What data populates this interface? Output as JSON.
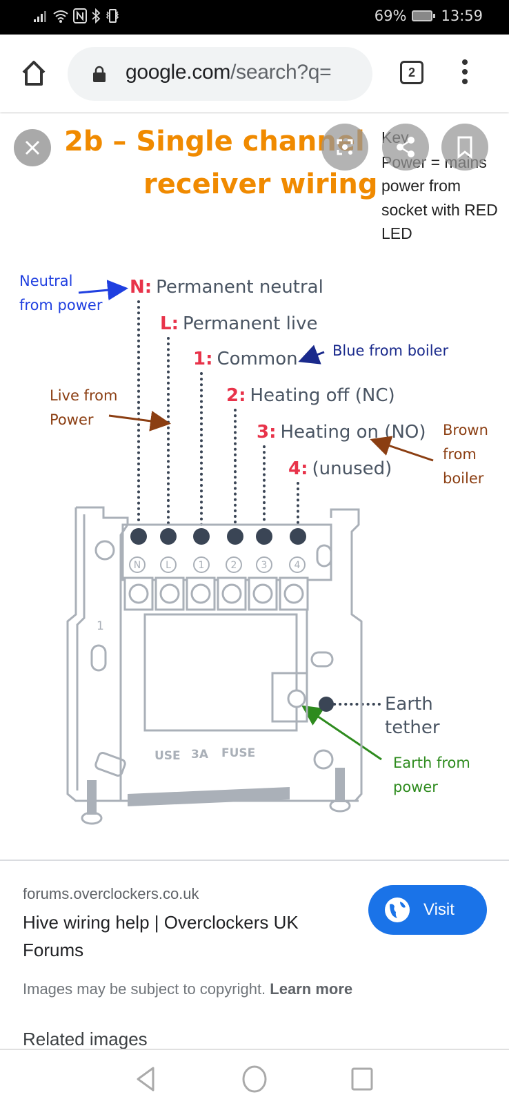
{
  "status_bar": {
    "icons": [
      "signal-icon",
      "wifi-icon",
      "nfc-icon",
      "bluetooth-icon",
      "vibrate-icon"
    ],
    "battery_percent": "69%",
    "time": "13:59"
  },
  "browser": {
    "url_host": "google.com",
    "url_path": "/search?q=",
    "tab_count": "2",
    "icons": {
      "home": "home-icon",
      "lock": "lock-icon",
      "menu": "more-vert-icon"
    }
  },
  "image_viewer": {
    "overlay_buttons": [
      "close-icon",
      "lens-icon",
      "share-icon",
      "bookmark-icon"
    ],
    "diagram": {
      "title_line1": "2b – Single channel",
      "title_line2": "receiver wiring",
      "key": [
        "Key",
        "Power = mains",
        "power from",
        "socket with RED",
        "LED"
      ],
      "terminals": [
        {
          "id": "N:",
          "label": "Permanent neutral",
          "badge": "N"
        },
        {
          "id": "L:",
          "label": "Permanent live",
          "badge": "L"
        },
        {
          "id": "1:",
          "label": "Common",
          "badge": "1"
        },
        {
          "id": "2:",
          "label": "Heating off (NC)",
          "badge": "2"
        },
        {
          "id": "3:",
          "label": "Heating on (NO)",
          "badge": "3"
        },
        {
          "id": "4:",
          "label": "(unused)",
          "badge": "4"
        }
      ],
      "annotations": {
        "neutral": [
          "Neutral",
          "from power"
        ],
        "live": [
          "Live from",
          "Power"
        ],
        "blue": "Blue from boiler",
        "brown": [
          "Brown",
          "from",
          "boiler"
        ],
        "earth_tether": [
          "Earth",
          "tether"
        ],
        "earth_power": [
          "Earth from",
          "power"
        ]
      },
      "base_text": {
        "use": "USE",
        "amps": "3A",
        "fuse": "FUSE",
        "mark": "1"
      },
      "colors": {
        "title": "#f08a00",
        "terminal_id": "#e8334a",
        "terminal_label": "#4a5563",
        "neutral": "#1f3fe0",
        "blue": "#1a2a8c",
        "brown": "#8b3e12",
        "earth": "#2e8b1e",
        "dot": "#3a4555",
        "outline": "#aab0b8"
      }
    }
  },
  "result": {
    "source": "forums.overclockers.co.uk",
    "title": "Hive wiring help | Overclockers UK Forums",
    "visit_label": "Visit",
    "copyright_text": "Images may be subject to copyright.",
    "learn_more_label": "Learn more",
    "related_heading": "Related images"
  },
  "nav_bar": {
    "buttons": [
      "back-icon",
      "home-circle-icon",
      "recents-icon"
    ]
  }
}
